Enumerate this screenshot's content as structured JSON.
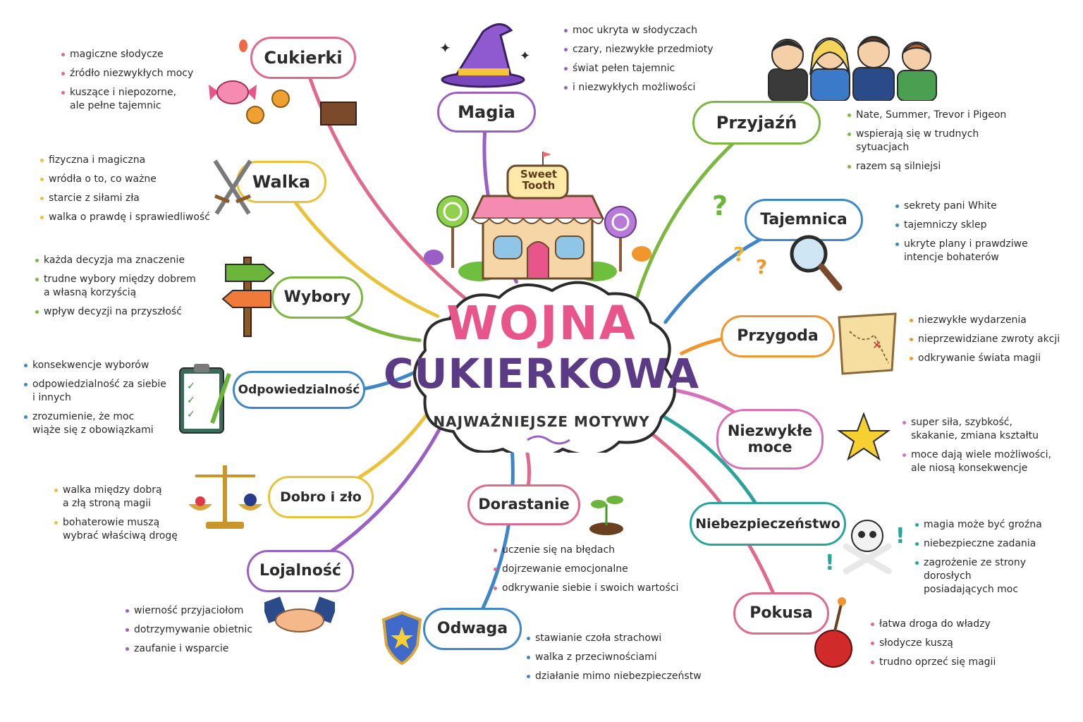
{
  "center": {
    "title_line1": "WOJNA",
    "title_line2": "CUKIERKOWA",
    "subtitle": "NAJWAŻNIEJSZE MOTYWY",
    "shop_sign": "Sweet Tooth"
  },
  "colors": {
    "title_pink": "#e8558a",
    "title_purple": "#5b3a86"
  },
  "topics": [
    {
      "id": "cukierki",
      "label": "Cukierki",
      "color": "#e06a8c",
      "icon": "candy-icon",
      "notes": [
        "magiczne słodycze",
        "źródło niezwykłych mocy",
        "kuszące i niepozorne,\nale pełne tajemnic"
      ]
    },
    {
      "id": "magia",
      "label": "Magia",
      "color": "#9a5fc5",
      "icon": "wizard-hat-icon",
      "notes": [
        "moc ukryta w słodyczach",
        "czary, niezwykłe przedmioty",
        "świat pełen tajemnic",
        "i niezwykłych możliwości"
      ]
    },
    {
      "id": "przyjazn",
      "label": "Przyjaźń",
      "color": "#7cb83f",
      "icon": "friends-icon",
      "notes": [
        "Nate, Summer, Trevor i Pigeon",
        "wspierają się w trudnych\nsytuacjach",
        "razem są silniejsi"
      ]
    },
    {
      "id": "walka",
      "label": "Walka",
      "color": "#e9c23a",
      "icon": "crossed-swords-icon",
      "notes": [
        "fizyczna i magiczna",
        "wródła o to, co ważne",
        "starcie z siłami zła",
        "walka o prawdę i sprawiedliwość"
      ]
    },
    {
      "id": "tajemnica",
      "label": "Tajemnica",
      "color": "#3f86c9",
      "icon": "magnifier-icon",
      "notes": [
        "sekrety pani White",
        "tajemniczy sklep",
        "ukryte plany i prawdziwe\nintencje bohaterów"
      ]
    },
    {
      "id": "wybory",
      "label": "Wybory",
      "color": "#7cb83f",
      "icon": "signpost-icon",
      "notes": [
        "każda decyzja ma znaczenie",
        "trudne wybory między dobrem\na własną korzyścią",
        "wpływ decyzji na przyszłość"
      ]
    },
    {
      "id": "przygoda",
      "label": "Przygoda",
      "color": "#f0962d",
      "icon": "treasure-map-icon",
      "notes": [
        "niezwykłe wydarzenia",
        "nieprzewidziane zwroty akcji",
        "odkrywanie świata magii"
      ]
    },
    {
      "id": "odpowiedzialnosc",
      "label": "Odpowiedzialność",
      "color": "#3f86c9",
      "icon": "clipboard-icon",
      "notes": [
        "konsekwencje wyborów",
        "odpowiedzialność za siebie\ni innych",
        "zrozumienie, że moc\nwiąże się z obowiązkami"
      ]
    },
    {
      "id": "moce",
      "label": "Niezwykłe\nmoce",
      "color": "#d870b8",
      "icon": "star-icon",
      "notes": [
        "super siła, szybkość,\nskakanie, zmiana kształtu",
        "moce dają wiele możliwości,\nale niosą konsekwencje"
      ]
    },
    {
      "id": "dobro",
      "label": "Dobro i zło",
      "color": "#e9c23a",
      "icon": "scales-icon",
      "notes": [
        "walka między dobrą\na złą stroną magii",
        "bohaterowie muszą\nwybrać właściwą drogę"
      ]
    },
    {
      "id": "dorastanie",
      "label": "Dorastanie",
      "color": "#e06a8c",
      "icon": "sprout-icon",
      "notes": [
        "uczenie się na błędach",
        "dojrzewanie emocjonalne",
        "odkrywanie siebie i swoich wartości"
      ]
    },
    {
      "id": "niebezpieczenstwo",
      "label": "Niebezpieczeństwo",
      "color": "#2aa39a",
      "icon": "skull-icon",
      "notes": [
        "magia może być groźna",
        "niebezpieczne zadania",
        "zagrożenie ze strony dorosłych\nposiadających moc"
      ]
    },
    {
      "id": "lojalnosc",
      "label": "Lojalność",
      "color": "#9a5fc5",
      "icon": "handshake-icon",
      "notes": [
        "wierność przyjaciołom",
        "dotrzymywanie obietnic",
        "zaufanie i wsparcie"
      ]
    },
    {
      "id": "odwaga",
      "label": "Odwaga",
      "color": "#3f86c9",
      "icon": "shield-icon",
      "notes": [
        "stawianie czoła strachowi",
        "walka z przeciwnościami",
        "działanie mimo niebezpieczeństw"
      ]
    },
    {
      "id": "pokusa",
      "label": "Pokusa",
      "color": "#e06a8c",
      "icon": "poison-apple-icon",
      "notes": [
        "łatwa droga do władzy",
        "słodycze kuszą",
        "trudno oprzeć się magii"
      ]
    }
  ]
}
